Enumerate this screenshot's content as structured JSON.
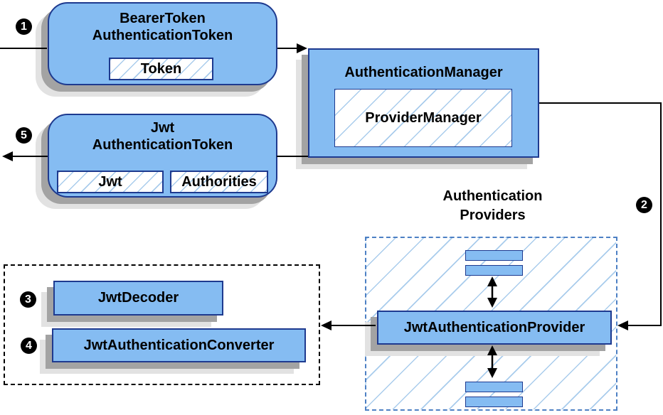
{
  "diagram": {
    "badges": {
      "step1": "1",
      "step2": "2",
      "step3": "3",
      "step4": "4",
      "step5": "5"
    },
    "nodes": {
      "bearer_token_authentication_token": {
        "title": "BearerToken\nAuthenticationToken",
        "chips": [
          "Token"
        ]
      },
      "authentication_manager": {
        "title": "AuthenticationManager",
        "inner": "ProviderManager"
      },
      "jwt_authentication_token": {
        "title": "Jwt\nAuthenticationToken",
        "chips": [
          "Jwt",
          "Authorities"
        ]
      },
      "authentication_providers_label": "Authentication\nProviders",
      "jwt_authentication_provider": {
        "title": "JwtAuthenticationProvider"
      },
      "jwt_decoder": {
        "title": "JwtDecoder"
      },
      "jwt_authentication_converter": {
        "title": "JwtAuthenticationConverter"
      }
    },
    "colors": {
      "node_fill": "#85BCF2",
      "node_border": "#1E3A8F",
      "hatch_line": "#A9CCEC",
      "providers_dash_border": "#4D80C4",
      "black_dash_border": "#000000",
      "connector": "#000000",
      "shadow_dark": "#A3A3A3",
      "shadow_light": "#E2E2E2",
      "badge_bg": "#000000",
      "badge_text": "#FFFFFF"
    }
  }
}
